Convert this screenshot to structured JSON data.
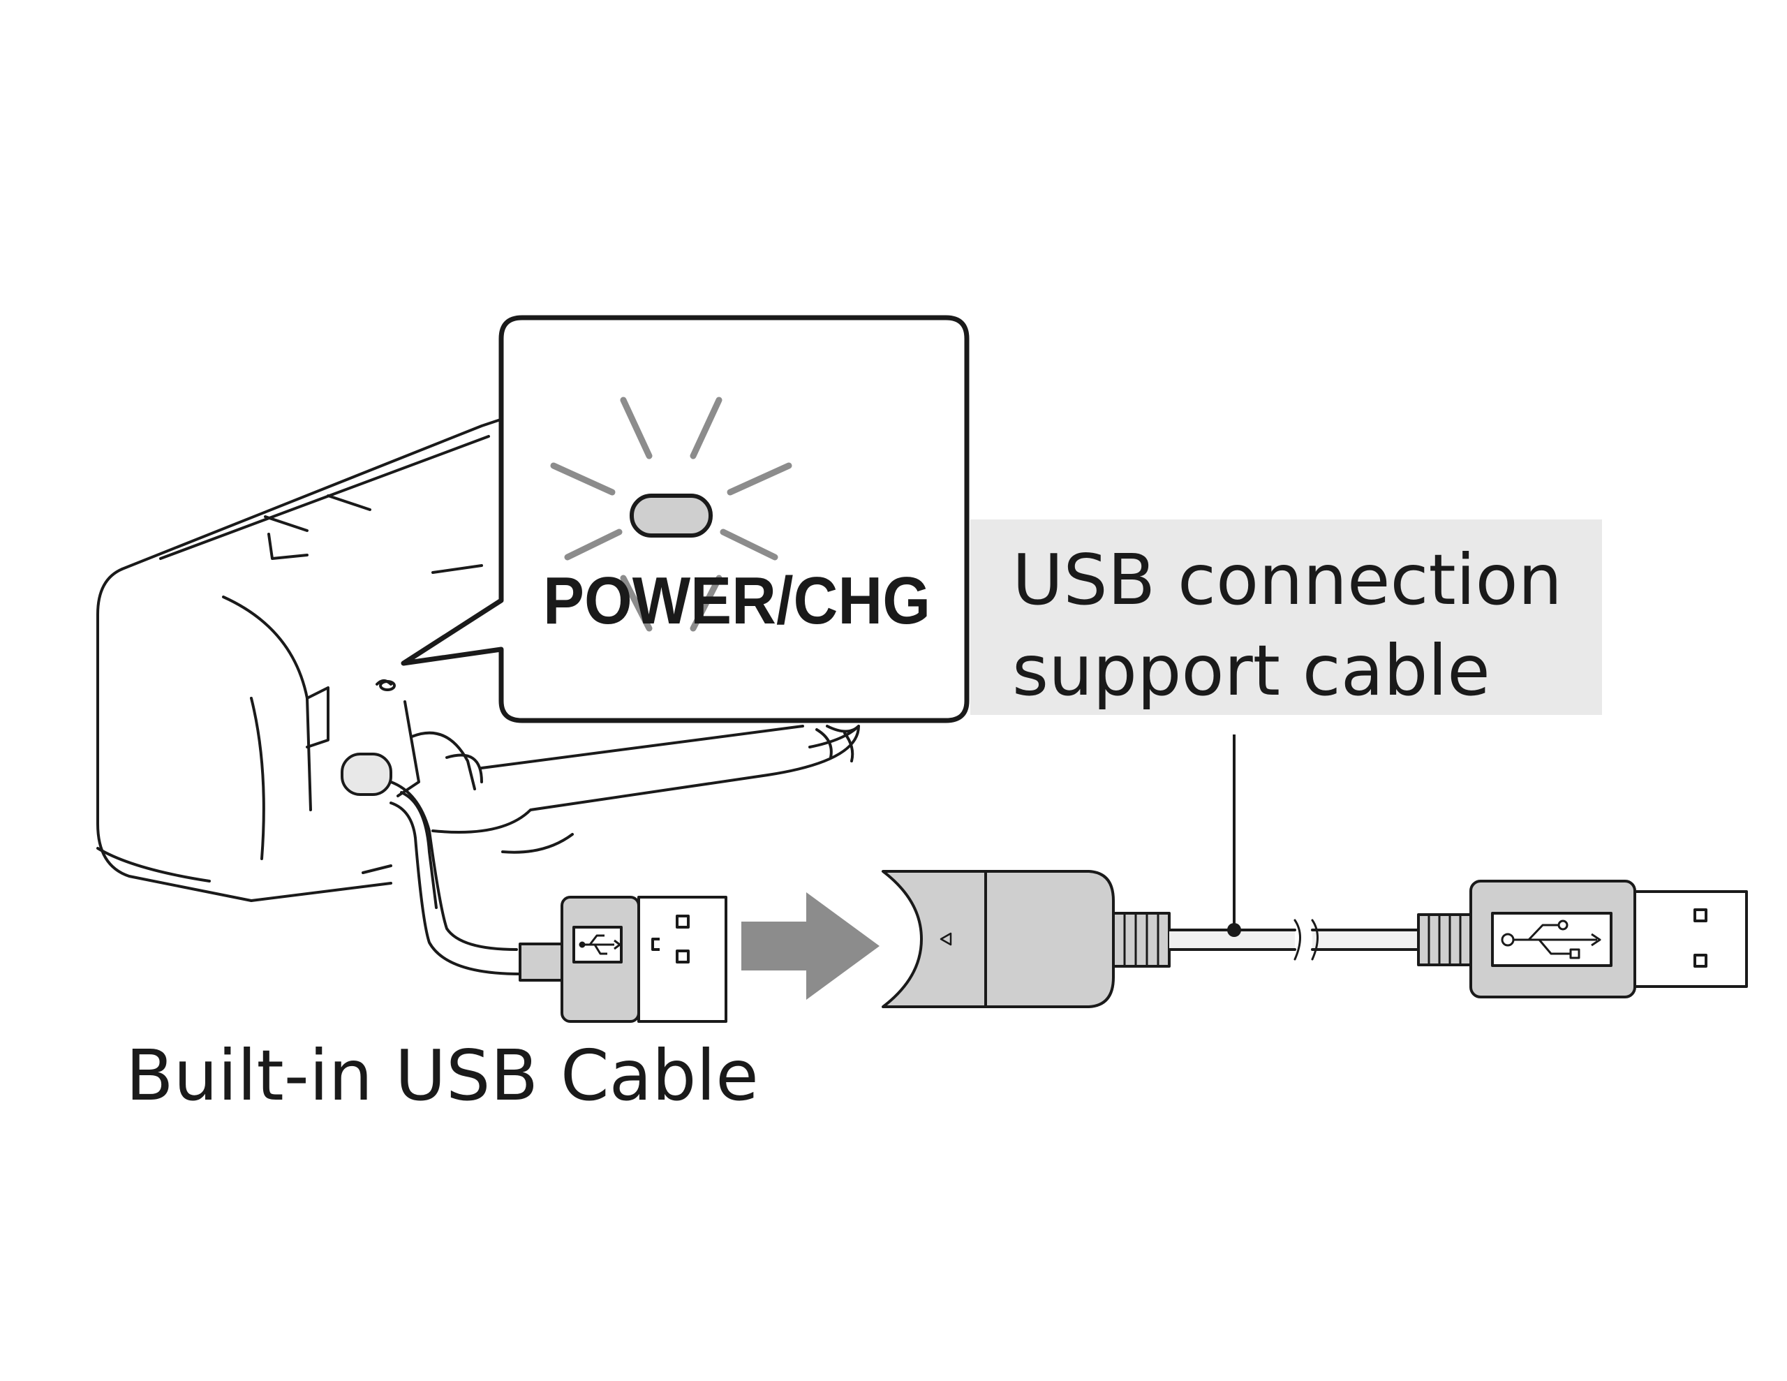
{
  "indicator": {
    "label": "POWER/CHG",
    "state": "flashing"
  },
  "labels": {
    "support_cable_line1": "USB connection",
    "support_cable_line2": "support cable",
    "builtin_cable": "Built-in USB Cable"
  },
  "colors": {
    "outline": "#1a1a1a",
    "connector_fill": "#cfcfcf",
    "arrow": "#8c8c8c",
    "callout_bg": "#e9e9e9",
    "flash_rays": "#8c8c8c"
  }
}
